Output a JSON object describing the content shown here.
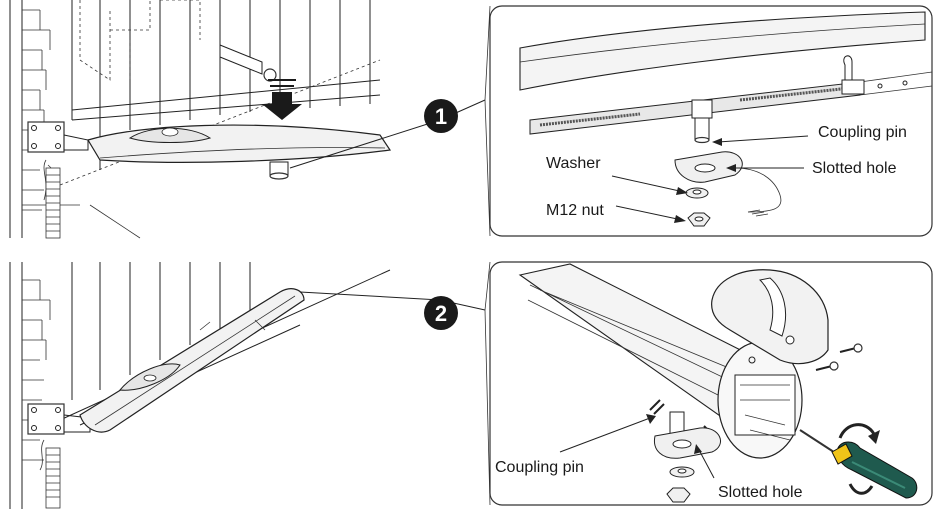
{
  "steps": [
    {
      "number": "1"
    },
    {
      "number": "2"
    }
  ],
  "panel1": {
    "labels": {
      "coupling_pin": "Coupling pin",
      "slotted_hole": "Slotted hole",
      "washer": "Washer",
      "nut": "M12 nut"
    }
  },
  "panel2": {
    "labels": {
      "coupling_pin": "Coupling pin",
      "slotted_hole": "Slotted hole"
    }
  },
  "colors": {
    "step_badge": "#1a1a1a",
    "screwdriver_handle": "#1f5a4e",
    "screwdriver_band": "#f0c419"
  }
}
